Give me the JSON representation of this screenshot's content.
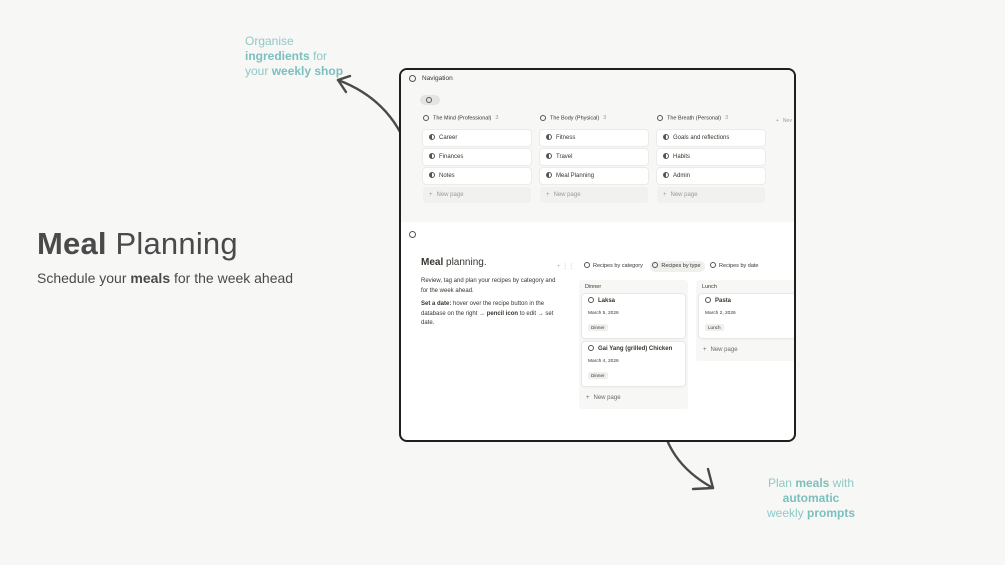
{
  "hero": {
    "title_bold": "Meal",
    "title_rest": " Planning",
    "sub_pre": "Schedule your ",
    "sub_bold": "meals",
    "sub_post": " for the week ahead"
  },
  "notes": {
    "top_left": {
      "l1": "Organise",
      "l2_bold": "ingredients",
      "l2_rest": " for",
      "l3_pre": "your ",
      "l3_bold": "weekly shop"
    },
    "bottom_right": {
      "l1_pre": "Plan ",
      "l1_bold": "meals",
      "l1_mid": " with ",
      "l1_bold2": "automatic",
      "l2_pre": "weekly ",
      "l2_bold": "prompts"
    }
  },
  "navigation": {
    "title": "Navigation",
    "more": "Nev",
    "columns": [
      {
        "title": "The Mind (Professional)",
        "count": "3",
        "items": [
          "Career",
          "Finances",
          "Notes"
        ],
        "new_page": "New page"
      },
      {
        "title": "The Body (Physical)",
        "count": "3",
        "items": [
          "Fitness",
          "Travel",
          "Meal Planning"
        ],
        "new_page": "New page"
      },
      {
        "title": "The Breath (Personal)",
        "count": "3",
        "items": [
          "Goals and reflections",
          "Habits",
          "Admin"
        ],
        "new_page": "New page"
      }
    ]
  },
  "meal": {
    "title_bold": "Meal",
    "title_rest": " planning.",
    "tools": "+ ⋮⋮",
    "desc1": "Review, tag and plan your recipes by category and for the week ahead.",
    "desc2_bold": "Set a date:",
    "desc2_a": " hover over the recipe button in the database on the right → ",
    "desc2_bold2": "pencil icon",
    "desc2_b": " to edit → set date.",
    "tabs": [
      "Recipes by category",
      "Recipes by type",
      "Recipes by date"
    ],
    "groups": [
      {
        "name": "Dinner",
        "recipes": [
          {
            "title": "Laksa",
            "date": "March 5, 2026",
            "tag": "Dinner"
          },
          {
            "title": "Gai Yang (grilled) Chicken",
            "date": "March 4, 2026",
            "tag": "Dinner"
          }
        ],
        "new_page": "New page"
      },
      {
        "name": "Lunch",
        "recipes": [
          {
            "title": "Pasta",
            "date": "March 2, 2026",
            "tag": "Lunch"
          }
        ],
        "new_page": "New page"
      }
    ]
  },
  "colors": {
    "accent": "#8ec9c6",
    "frame_border": "#1f1f1f",
    "heading": "#4a4a4a"
  }
}
